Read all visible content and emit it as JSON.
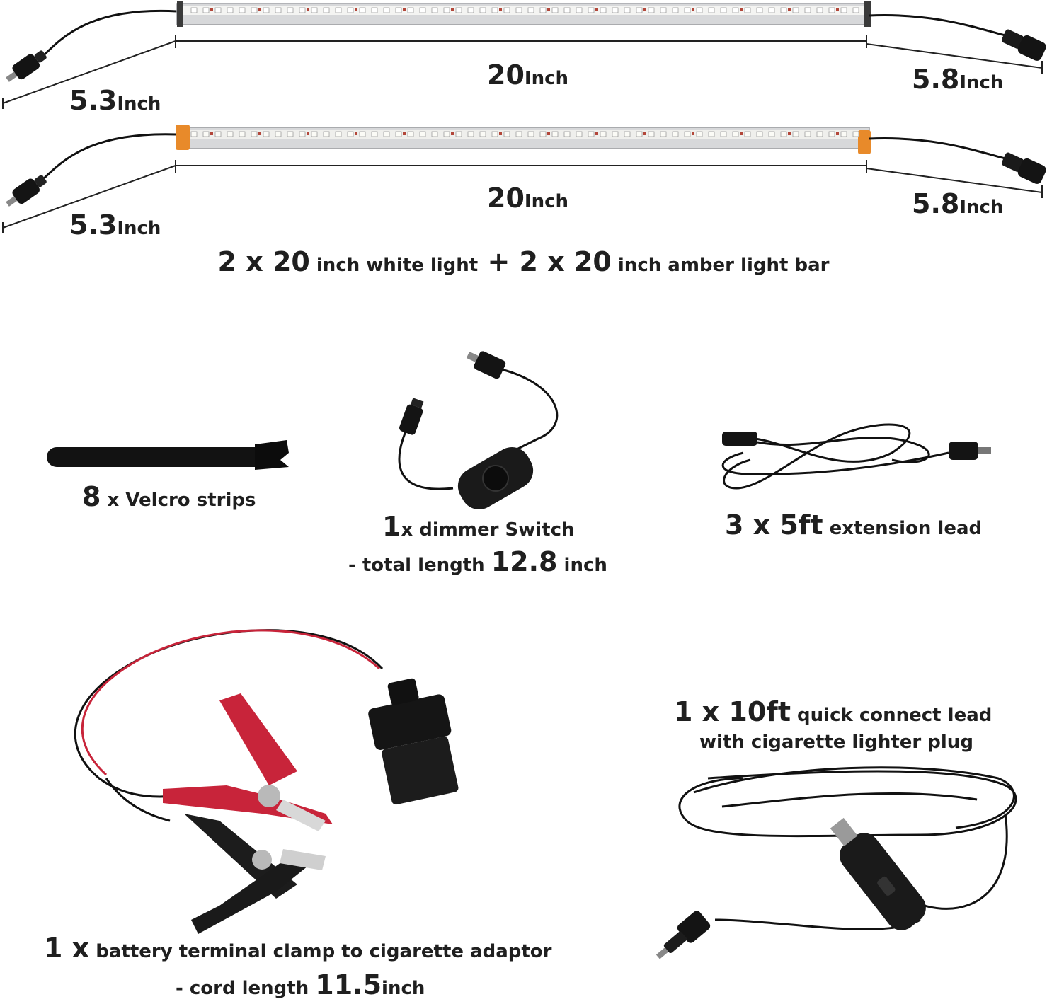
{
  "light_bars": [
    {
      "color": "white",
      "end_cap_color": "#3a3a3a",
      "dims": {
        "center_num": "20",
        "center_unit": "Inch",
        "left_num": "5.3",
        "left_unit": "Inch",
        "right_num": "5.8",
        "right_unit": "Inch"
      }
    },
    {
      "color": "amber",
      "end_cap_color": "#e88a2a",
      "dims": {
        "center_num": "20",
        "center_unit": "Inch",
        "left_num": "5.3",
        "left_unit": "Inch",
        "right_num": "5.8",
        "right_unit": "Inch"
      }
    }
  ],
  "caption_bars": {
    "q1": "2 x 20",
    "t1": " inch white light",
    "plus": " + ",
    "q2": "2 x 20",
    "t2": " inch amber light bar"
  },
  "items": {
    "velcro": {
      "qty": "8",
      "text": " x Velcro strips"
    },
    "dimmer": {
      "qty": "1",
      "text": "x dimmer Switch",
      "line2_prefix": "- total length ",
      "line2_num": "12.8",
      "line2_unit": " inch"
    },
    "extension": {
      "qty": "3 x 5ft",
      "text": " extension lead"
    },
    "clamp": {
      "qty": "1 x",
      "text": " battery terminal clamp to cigarette adaptor",
      "line2_prefix": "- cord length ",
      "line2_num": "11.5",
      "line2_unit": "inch"
    },
    "quick_lead": {
      "qty": "1 x 10ft",
      "text": " quick connect lead",
      "line2": "with cigarette lighter plug"
    }
  },
  "colors": {
    "text": "#1f1f1f",
    "amber": "#e88a2a",
    "clamp_red": "#c8243a",
    "cable": "#111111",
    "aluminum": "#c9cacc"
  }
}
